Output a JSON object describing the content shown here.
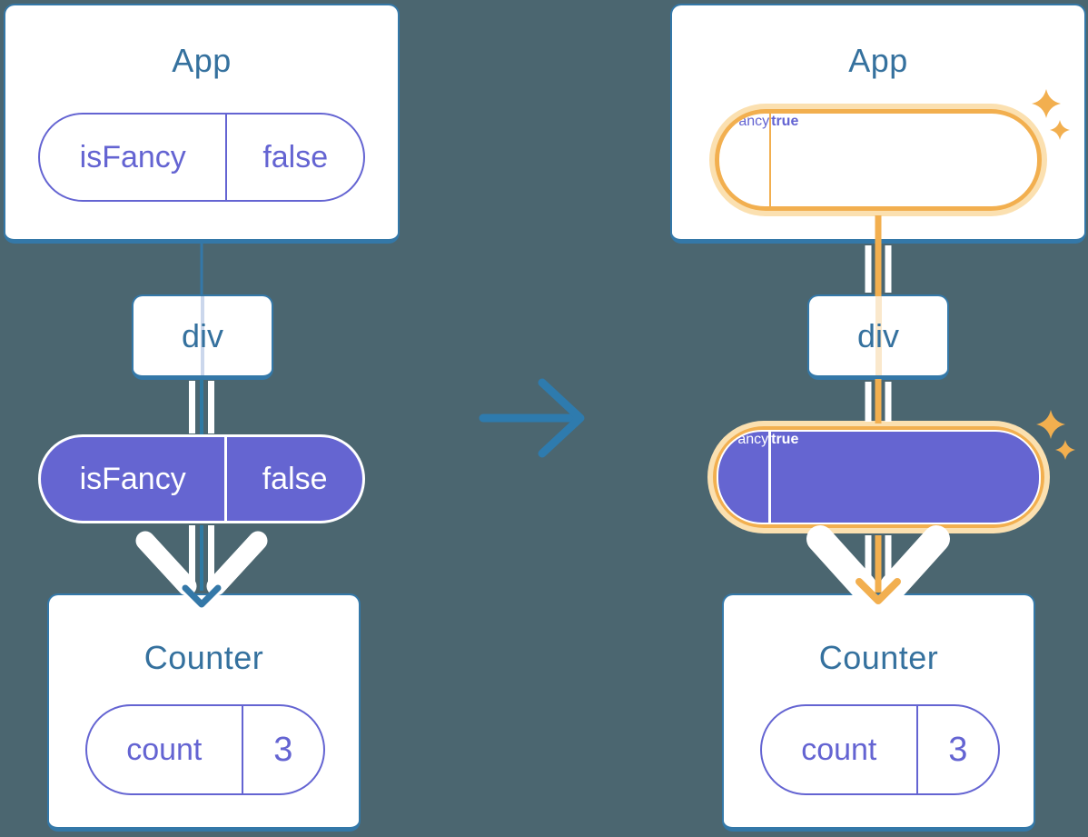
{
  "colors": {
    "background": "#4B6670",
    "blue_border": "#3478A8",
    "blue_text": "#35719E",
    "blue_line": "#2F7AA3",
    "arrow_blue": "#2E7BAE",
    "purple": "#6464D2",
    "purple_fill": "#6565D1",
    "orange": "#F2AF4F",
    "orange_light": "#FBE0B0",
    "orange_faint": "#FAE8CC",
    "lavender": "#CBD7EC",
    "white": "#FFFFFF"
  },
  "before": {
    "app": {
      "title": "App",
      "prop_name": "isFancy",
      "prop_value": "false"
    },
    "div_label": "div",
    "passed": {
      "name": "isFancy",
      "value": "false"
    },
    "counter": {
      "title": "Counter",
      "state_name": "count",
      "state_value": "3"
    }
  },
  "after": {
    "app": {
      "title": "App",
      "prop_name": "isFancy",
      "prop_value": "true"
    },
    "div_label": "div",
    "passed": {
      "name": "isFancy",
      "value": "true"
    },
    "counter": {
      "title": "Counter",
      "state_name": "count",
      "state_value": "3"
    }
  },
  "icons": {
    "transition": "arrow-right-icon",
    "flow_before": "arrow-down-icon",
    "flow_after": "arrow-down-icon",
    "highlight": "sparkles-icon"
  }
}
